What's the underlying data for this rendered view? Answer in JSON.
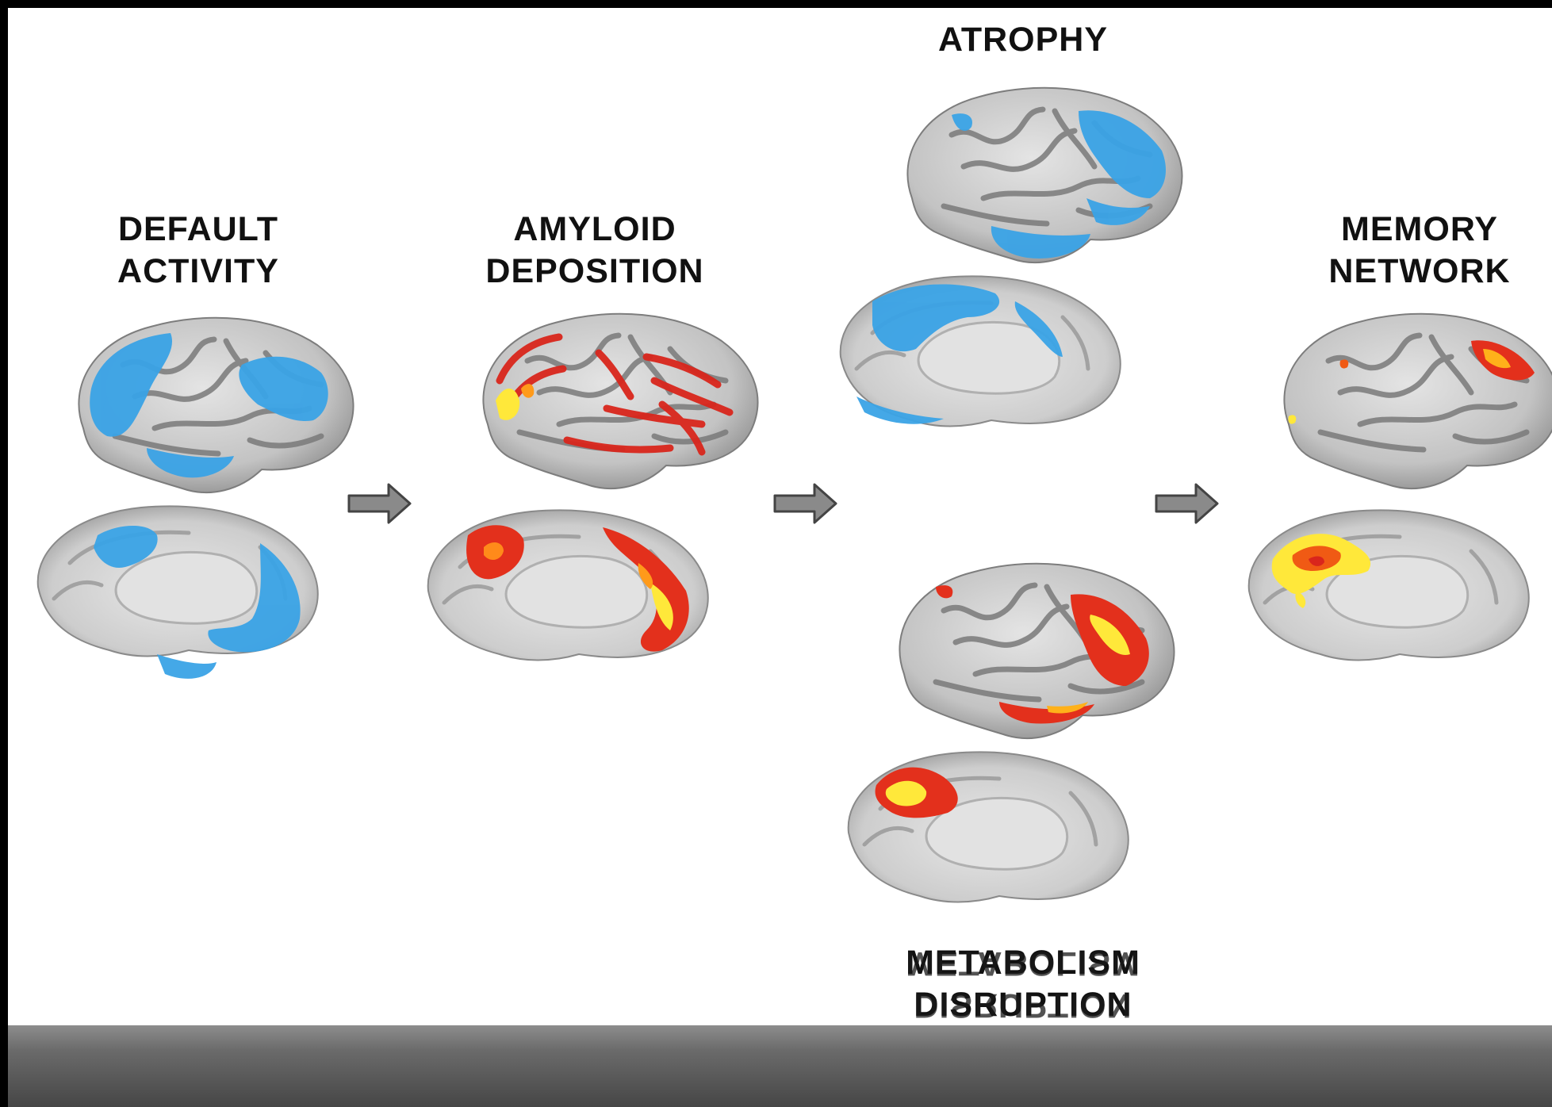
{
  "labels": {
    "default_activity": [
      "DEFAULT",
      "ACTIVITY"
    ],
    "amyloid_deposition": [
      "AMYLOID",
      "DEPOSITION"
    ],
    "atrophy": [
      "ATROPHY"
    ],
    "memory_network": [
      "MEMORY",
      "NETWORK"
    ],
    "metabolism_disruption": [
      "METABOLISM",
      "DISRUPTION"
    ]
  },
  "colors": {
    "background": "#ffffff",
    "frame": "#000000",
    "brain_surface": "#c8c8c8",
    "sulci": "#7a7a7a",
    "blue_overlay": "#3aa3e6",
    "red_overlay": "#d9261c",
    "orange_overlay": "#f05a14",
    "yellow_overlay": "#ffe83a",
    "arrow_fill": "#8a8a8a"
  },
  "icons": {
    "arrow": "right-arrow-icon",
    "brain_lateral": "brain-lateral-view",
    "brain_medial": "brain-medial-view"
  }
}
